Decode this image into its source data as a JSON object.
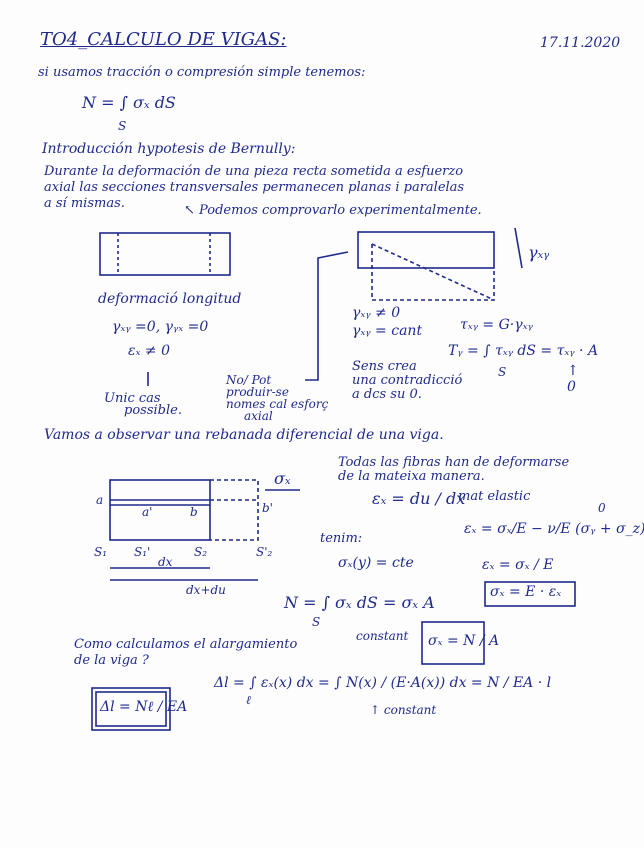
{
  "header": {
    "title": "TO4_CALCULO DE VIGAS:",
    "date": "17.11.2020"
  },
  "lines": {
    "intro": "si usamos tracción o compresión simple tenemos:",
    "eq_n": "N = ∫ σₓ dS",
    "eq_n_sub": "S",
    "hyp_title": "Introducción hypotesis de Bernully:",
    "hyp1": "Durante la deformación de una pieza recta sometida a esfuerzo",
    "hyp2": "axial las secciones transversales permanecen planas i paralelas",
    "hyp3": "a sí mismas.",
    "hyp_note": "↖ Podemos comprovarlo experimentalmente.",
    "gamma_label": "γₓᵧ",
    "def_long": "deformació longitud",
    "gamma_zero": "γₓᵧ =0, γᵧₓ =0",
    "eps_nonzero": "εₓ ≠ 0",
    "unic": "Unic cas",
    "possible": "possible.",
    "no_pot1": "No/ Pot",
    "no_pot2": "produir-se",
    "no_pot3": "nomes cal esforç",
    "no_pot4": "axial",
    "gxy_ne0": "γₓᵧ ≠ 0",
    "gxy_const": "γₓᵧ = cant",
    "tau_eq": "τₓᵧ = G·γₓᵧ",
    "ty_eq": "Tᵧ = ∫ τₓᵧ dS = τₓᵧ · A",
    "ty_sub": "S",
    "arrow_zero": "↑",
    "zero": "0",
    "sens1": "Sens crea",
    "sens2": "una contradicció",
    "sens3": "a dcs su 0.",
    "vamos": "Vamos a observar una rebanada diferencial de una viga.",
    "sigma_x": "σₓ",
    "lbl_a": "a",
    "lbl_a1": "a'",
    "lbl_b": "b",
    "lbl_b1": "b'",
    "lbl_s1": "S₁",
    "lbl_s1p": "S₁'",
    "lbl_s2": "S₂",
    "lbl_s2p": "S'₂",
    "lbl_dx": "dx",
    "lbl_dxdu": "dx+du",
    "todas1": "Todas las fibras han de deformarse",
    "todas2": "de la mateixa manera.",
    "eps_eq": "εₓ = du / dx",
    "mat_elastic": "mat elastic",
    "eps_full": "εₓ = σₓ/E − ν/E (σᵧ + σ_z)",
    "zero_small": "0",
    "tenim": "tenim:",
    "sigma_y": "σₓ(y) = cte",
    "eps_sig": "εₓ = σₓ / E",
    "sig_box": "σₓ = E · εₓ",
    "n_int": "N = ∫ σₓ dS = σₓ A",
    "n_int_sub": "S",
    "como1": "Como calculamos el alargamiento",
    "como2": "de la viga ?",
    "constant": "constant",
    "sig_na": "σₓ = N / A",
    "delta_l": "Δl = ∫ εₓ(x) dx = ∫ N(x) / (E·A(x)) dx = N / EA · l",
    "delta_sub": "ℓ",
    "const2": "↑ constant",
    "final_box": "Δl = Nℓ / EA"
  }
}
